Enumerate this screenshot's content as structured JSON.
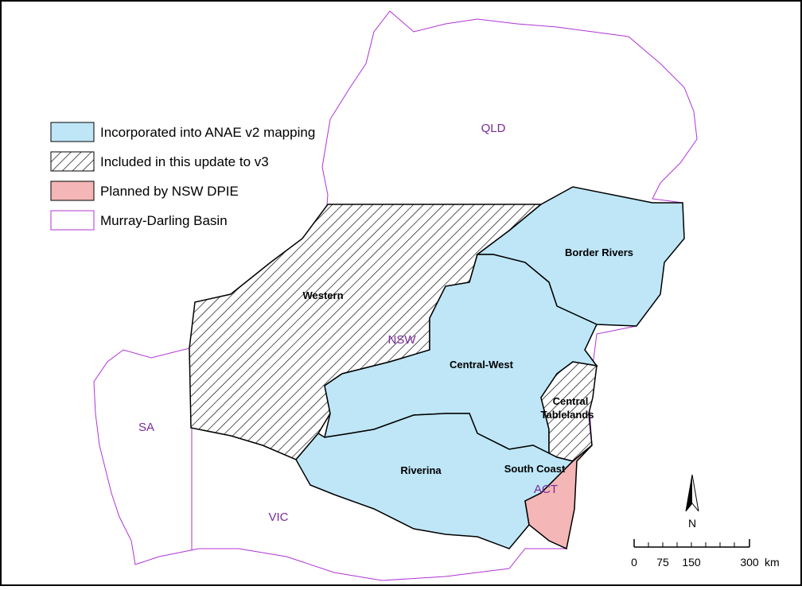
{
  "legend": {
    "items": [
      {
        "label": "Incorporated into ANAE v2 mapping",
        "kind": "fill",
        "color": "#bee6f7"
      },
      {
        "label": "Included in this update to v3",
        "kind": "hatch",
        "color": "#ffffff"
      },
      {
        "label": "Planned by NSW DPIE",
        "kind": "fill",
        "color": "#f4b6b6"
      },
      {
        "label": "Murray-Darling Basin",
        "kind": "outline",
        "color": "#b233d6"
      }
    ]
  },
  "states": {
    "qld": "QLD",
    "nsw": "NSW",
    "sa": "SA",
    "vic": "VIC",
    "act": "ACT"
  },
  "regions": {
    "border_rivers": "Border Rivers",
    "western": "Western",
    "central_west": "Central-West",
    "central_tablelands_1": "Central",
    "central_tablelands_2": "Tablelands",
    "riverina": "Riverina",
    "south_coast": "South Coast"
  },
  "north_arrow": {
    "label": "N"
  },
  "scale_bar": {
    "ticks": [
      "0",
      "75",
      "150",
      "300"
    ],
    "unit": "km"
  },
  "colors": {
    "basin_outline": "#b233d6",
    "incorporated_fill": "#bee6f7",
    "planned_fill": "#f4b6b6",
    "border": "#000000"
  }
}
